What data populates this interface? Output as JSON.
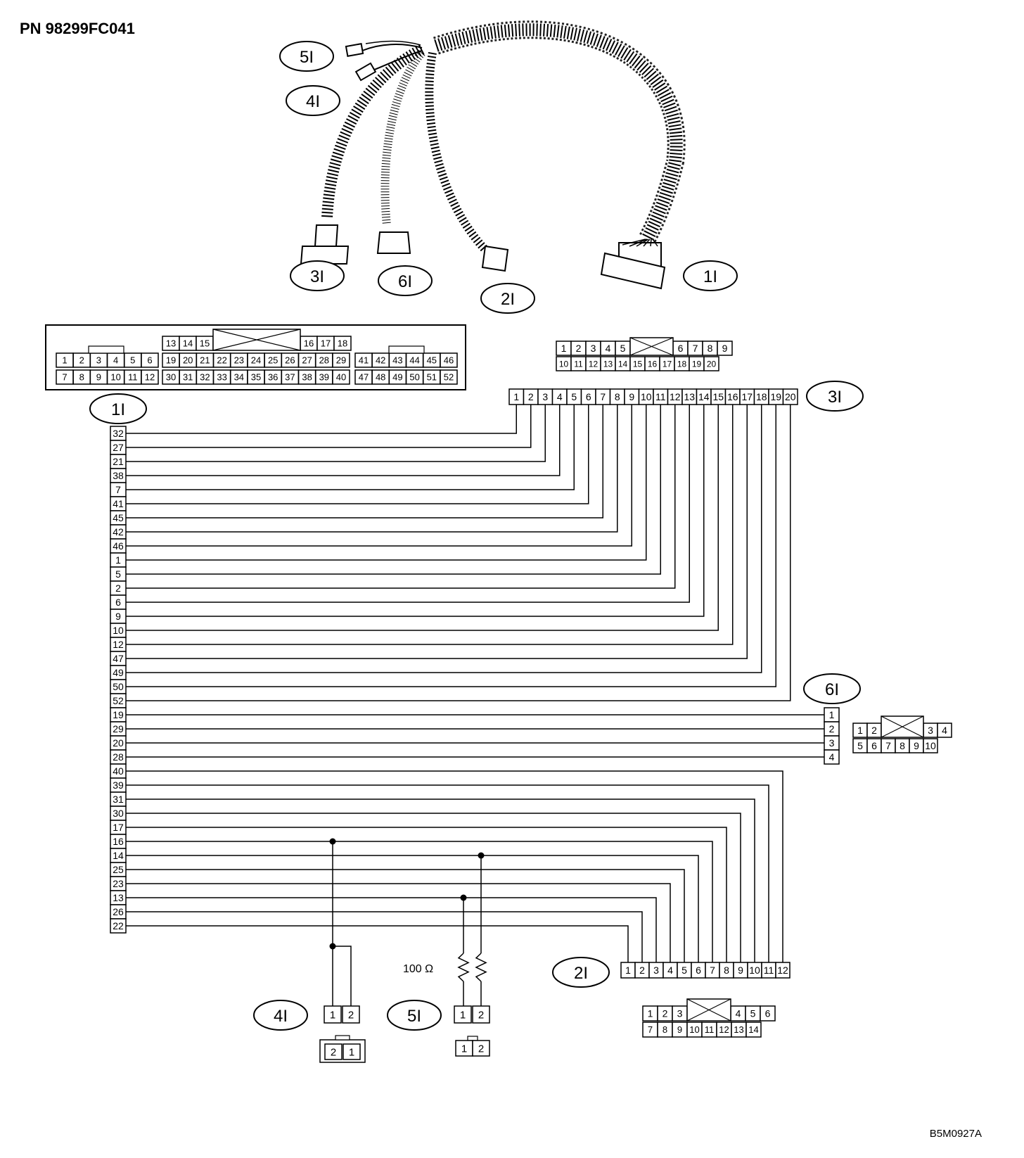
{
  "part_number": "PN 98299FC041",
  "drawing_code": "B5M0927A",
  "resistor_value": "100 Ω",
  "connector_ids": [
    "1I",
    "2I",
    "3I",
    "4I",
    "5I",
    "6I"
  ],
  "connector_1I": {
    "label": "1I",
    "top_row": [
      "13",
      "14",
      "15",
      "16",
      "17",
      "18"
    ],
    "row_a": [
      "1",
      "2",
      "3",
      "4",
      "5",
      "6",
      "19",
      "20",
      "21",
      "22",
      "23",
      "24",
      "25",
      "26",
      "27",
      "28",
      "29",
      "41",
      "42",
      "43",
      "44",
      "45",
      "46"
    ],
    "row_b": [
      "7",
      "8",
      "9",
      "10",
      "11",
      "12",
      "30",
      "31",
      "32",
      "33",
      "34",
      "35",
      "36",
      "37",
      "38",
      "39",
      "40",
      "47",
      "48",
      "49",
      "50",
      "51",
      "52"
    ]
  },
  "connector_3I_face": {
    "row_a": [
      "1",
      "2",
      "3",
      "4",
      "5",
      "6",
      "7",
      "8",
      "9"
    ],
    "row_b": [
      "10",
      "11",
      "12",
      "13",
      "14",
      "15",
      "16",
      "17",
      "18",
      "19",
      "20"
    ]
  },
  "connector_3I_pins": [
    "1",
    "2",
    "3",
    "4",
    "5",
    "6",
    "7",
    "8",
    "9",
    "10",
    "11",
    "12",
    "13",
    "14",
    "15",
    "16",
    "17",
    "18",
    "19",
    "20"
  ],
  "connector_6I_face": {
    "row_a": [
      "1",
      "2",
      "3",
      "4"
    ],
    "row_b": [
      "5",
      "6",
      "7",
      "8",
      "9",
      "10"
    ]
  },
  "connector_6I_pins": [
    "1",
    "2",
    "3",
    "4"
  ],
  "connector_2I_face": {
    "row_a": [
      "1",
      "2",
      "3",
      "4",
      "5",
      "6"
    ],
    "row_b": [
      "7",
      "8",
      "9",
      "10",
      "11",
      "12",
      "13",
      "14"
    ]
  },
  "connector_2I_pins": [
    "1",
    "2",
    "3",
    "4",
    "5",
    "6",
    "7",
    "8",
    "9",
    "10",
    "11",
    "12"
  ],
  "connector_4I": {
    "pins": [
      "1",
      "2"
    ],
    "face": [
      "2",
      "1"
    ]
  },
  "connector_5I": {
    "pins": [
      "1",
      "2"
    ],
    "face": [
      "1",
      "2"
    ]
  },
  "pin_column_1I": [
    "32",
    "27",
    "21",
    "38",
    "7",
    "41",
    "45",
    "42",
    "46",
    "1",
    "5",
    "2",
    "6",
    "9",
    "10",
    "12",
    "47",
    "49",
    "50",
    "52",
    "19",
    "29",
    "20",
    "28",
    "40",
    "39",
    "31",
    "30",
    "17",
    "16",
    "14",
    "25",
    "23",
    "13",
    "26",
    "22"
  ],
  "wiring": {
    "to_3I": [
      [
        "32",
        "1"
      ],
      [
        "27",
        "2"
      ],
      [
        "21",
        "3"
      ],
      [
        "38",
        "4"
      ],
      [
        "7",
        "5"
      ],
      [
        "41",
        "6"
      ],
      [
        "45",
        "7"
      ],
      [
        "42",
        "8"
      ],
      [
        "46",
        "9"
      ],
      [
        "1",
        "10"
      ],
      [
        "5",
        "11"
      ],
      [
        "2",
        "12"
      ],
      [
        "6",
        "13"
      ],
      [
        "9",
        "14"
      ],
      [
        "10",
        "15"
      ],
      [
        "12",
        "16"
      ],
      [
        "47",
        "17"
      ],
      [
        "49",
        "18"
      ],
      [
        "50",
        "19"
      ],
      [
        "52",
        "20"
      ]
    ],
    "to_6I": [
      [
        "19",
        "1"
      ],
      [
        "29",
        "2"
      ],
      [
        "20",
        "3"
      ],
      [
        "28",
        "4"
      ]
    ],
    "to_2I": [
      [
        "40",
        "12"
      ],
      [
        "39",
        "11"
      ],
      [
        "31",
        "10"
      ],
      [
        "30",
        "9"
      ],
      [
        "17",
        "8"
      ],
      [
        "16",
        "7"
      ],
      [
        "14",
        "6"
      ],
      [
        "25",
        "5"
      ],
      [
        "23",
        "4"
      ],
      [
        "13",
        "3"
      ],
      [
        "26",
        "2"
      ],
      [
        "22",
        "1"
      ]
    ],
    "to_4I": [
      [
        "16",
        "1"
      ],
      [
        "16",
        "2"
      ]
    ],
    "to_5I": [
      [
        "13",
        "1"
      ],
      [
        "14",
        "2"
      ]
    ]
  }
}
